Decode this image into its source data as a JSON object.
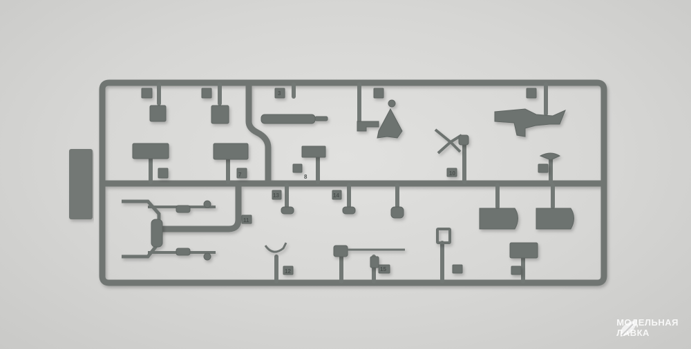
{
  "sprue": {
    "part_numbers": [
      "3",
      "7",
      "8",
      "10",
      "11",
      "12",
      "13",
      "14",
      "15"
    ]
  },
  "watermark": {
    "line1": "МОДЕЛЬНАЯ",
    "line2": "ЛАВКА",
    "icon": "leaf-logo-icon"
  },
  "colors": {
    "background": "#d6d6d4",
    "plastic": "#6f7572",
    "plastic_light": "#858b88"
  }
}
